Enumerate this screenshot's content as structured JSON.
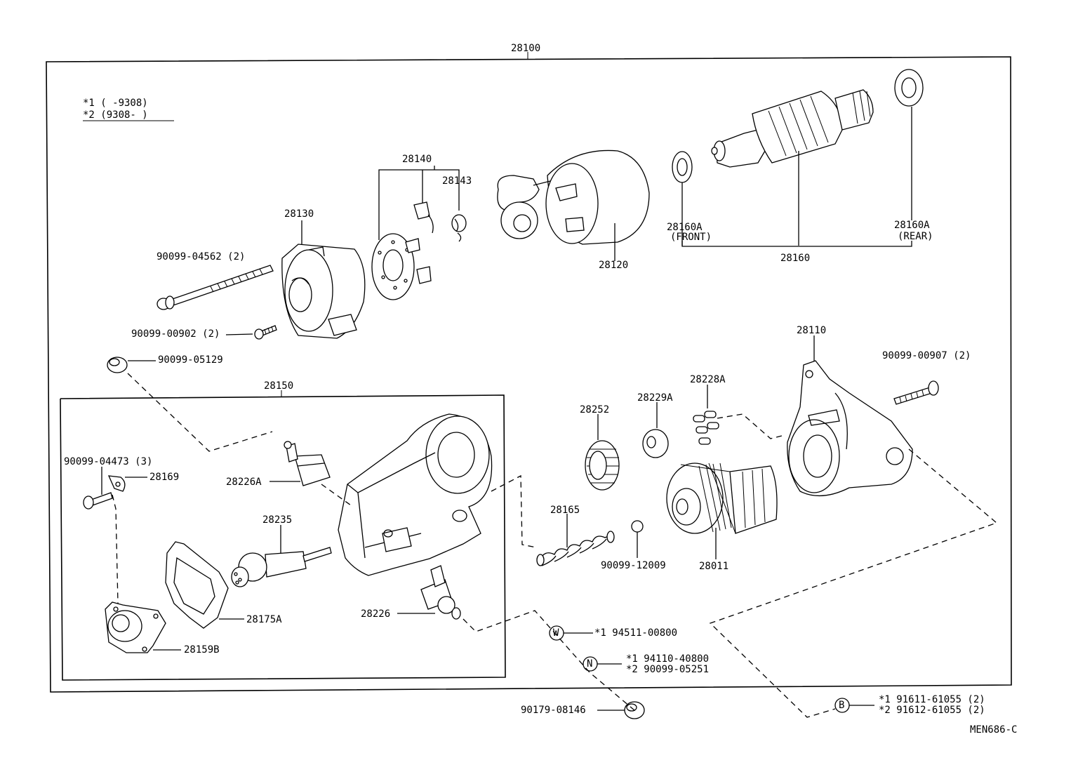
{
  "legend": {
    "line1": "*1 (     -9308)",
    "line2": "*2 (9308-     )"
  },
  "labels": {
    "assembly": "28100",
    "commutator_end_frame": "28130",
    "brush_holder": "28140",
    "brush_spring": "28143",
    "yoke": "28120",
    "bearing_front": "28160A",
    "bearing_front_note": "(FRONT)",
    "bearing_rear": "28160A",
    "bearing_rear_note": "(REAR)",
    "armature": "28160",
    "through_bolt": "90099-04562 (2)",
    "screw_end_frame": "90099-00902 (2)",
    "cap": "90099-05129",
    "magnetic_switch": "28150",
    "screw_switch_cover": "90099-04473 (3)",
    "terminal_bracket": "28169",
    "terminal_kit_a": "28226A",
    "plunger": "28235",
    "gasket": "28175A",
    "switch_cover": "28159B",
    "terminal_kit": "28226",
    "starter_housing": "28110",
    "housing_bolt": "90099-00907 (2)",
    "idler_gear": "28252",
    "retainer": "28229A",
    "roller": "28228A",
    "return_spring": "28165",
    "steel_ball": "90099-12009",
    "clutch_assembly": "28011",
    "washer_marker": "W",
    "washer_part": "*1  94511-00800",
    "nut_marker": "N",
    "nut_part_1": "*1  94110-40800",
    "nut_part_2": "*2  90099-05251",
    "terminal_nut": "90179-08146",
    "bolt_marker": "B",
    "bolt_part_1": "*1  91611-61055 (2)",
    "bolt_part_2": "*2  91612-61055 (2)",
    "diagram_code": "MEN686-C"
  }
}
